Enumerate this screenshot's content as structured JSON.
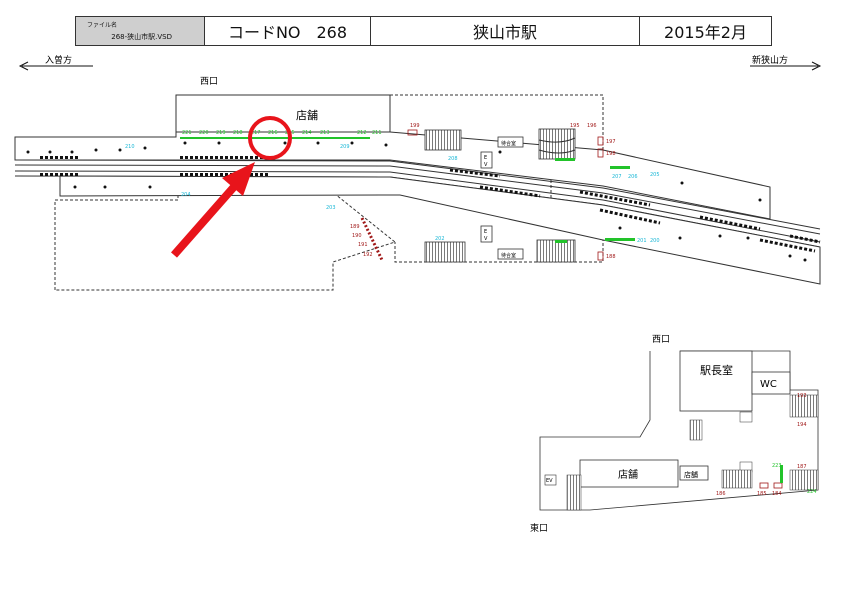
{
  "header": {
    "file_label": "ファイル名",
    "file_value": "268-狭山市駅.VSD",
    "code": "コードNO　268",
    "station": "狭山市駅",
    "date": "2015年2月"
  },
  "directions": {
    "left": "入曽方",
    "right": "新狭山方"
  },
  "upper": {
    "west_exit": "西口",
    "shop": "店舗",
    "waiting_top": "待合室",
    "waiting_bottom": "待合室",
    "elevator": "E\nV",
    "green_labels": [
      "221",
      "220",
      "219",
      "218",
      "217",
      "216",
      "215",
      "214",
      "213",
      "212",
      "211"
    ],
    "red_labels": [
      "199",
      "195",
      "196",
      "197",
      "198",
      "189",
      "190",
      "191",
      "192",
      "188"
    ],
    "cyan_labels": [
      "210",
      "209",
      "208",
      "207",
      "206",
      "205",
      "204",
      "203",
      "202",
      "201",
      "200"
    ]
  },
  "lower": {
    "west_exit": "西口",
    "east_exit": "東口",
    "station_master": "駅長室",
    "wc": "WC",
    "shop_large": "店舗",
    "shop_small": "店舗",
    "ev": "EV",
    "red_labels": [
      "193",
      "194",
      "187",
      "186",
      "185",
      "184"
    ],
    "green_labels": [
      "223",
      "224"
    ]
  },
  "colors": {
    "highlight": "#e8141b",
    "green": "#22c32a",
    "red": "#a01818",
    "cyan": "#19b7d6"
  }
}
